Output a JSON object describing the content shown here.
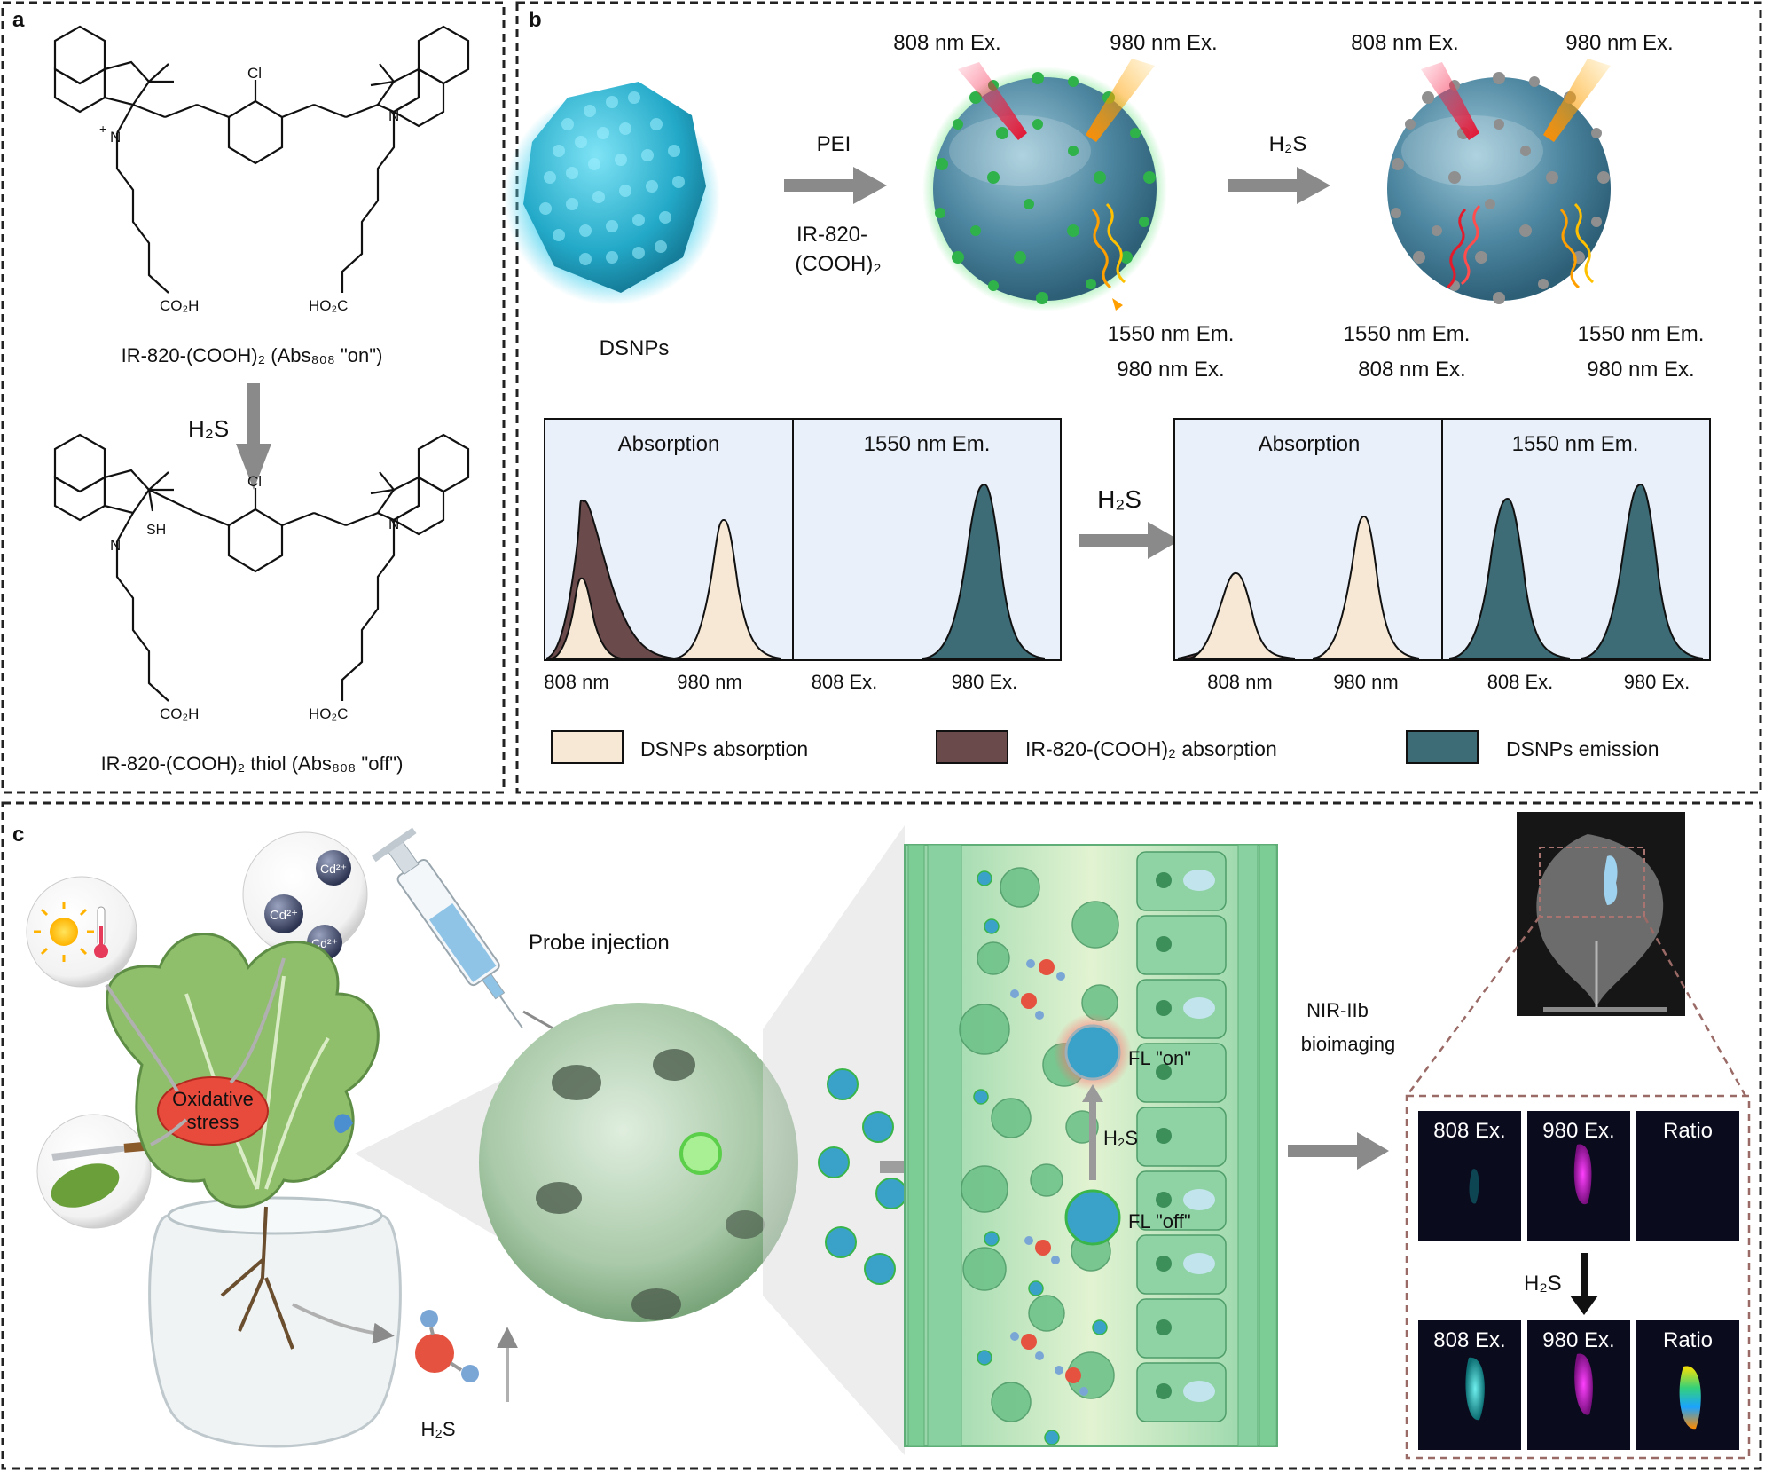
{
  "panels": {
    "a": "a",
    "b": "b",
    "c": "c"
  },
  "panel_a": {
    "caption_on": "IR-820-(COOH)₂ (Abs₈₀₈ \"on\")",
    "caption_off": "IR-820-(COOH)₂ thiol (Abs₈₀₈ \"off\")",
    "reaction_label": "H₂S",
    "atoms": {
      "cl": "Cl",
      "n": "N",
      "plus": "+",
      "sh": "SH",
      "co2h": "CO₂H",
      "ho2c": "HO₂C"
    }
  },
  "panel_b": {
    "dsnps_label": "DSNPs",
    "step1_top": "PEI",
    "step1_bottom_1": "IR-820-",
    "step1_bottom_2": "(COOH)₂",
    "step2_label": "H₂S",
    "np2": {
      "ex_left": "808 nm Ex.",
      "ex_right": "980 nm Ex.",
      "em": "1550 nm Em.",
      "em_sub": "980 nm Ex."
    },
    "np3": {
      "ex_left": "808 nm Ex.",
      "ex_right": "980 nm Ex.",
      "em_left": "1550 nm Em.",
      "em_left_sub": "808 nm Ex.",
      "em_right": "1550 nm Em.",
      "em_right_sub": "980 nm Ex."
    },
    "spectra": {
      "absorption": "Absorption",
      "emission": "1550 nm Em.",
      "arrow_label": "H₂S",
      "tick_808nm": "808 nm",
      "tick_980nm": "980 nm",
      "tick_808ex": "808 Ex.",
      "tick_980ex": "980 Ex."
    },
    "legend": [
      {
        "label": "DSNPs absorption",
        "color": "#f6e8d4"
      },
      {
        "label": "IR-820-(COOH)₂ absorption",
        "color": "#6b4a4c"
      },
      {
        "label": "DSNPs emission",
        "color": "#3d6b76"
      }
    ]
  },
  "panel_c": {
    "stress_label_1": "Oxidative",
    "stress_label_2": "stress",
    "cd_ion": "Cd²⁺",
    "probe_injection": "Probe injection",
    "h2s_bottom": "H₂S",
    "fl_on": "FL \"on\"",
    "fl_off": "FL \"off\"",
    "h2s_cell": "H₂S",
    "bioimaging_1": "NIR-IIb",
    "bioimaging_2": "bioimaging",
    "img_labels": [
      "808 Ex.",
      "980 Ex.",
      "Ratio"
    ],
    "img_h2s": "H₂S"
  },
  "colors": {
    "dsnp_abs": "#f6e8d4",
    "dye_abs": "#6b4a4c",
    "emission": "#3d6b76",
    "panel_bg": "#e9f0f9",
    "arrow": "#8a8a8a"
  }
}
